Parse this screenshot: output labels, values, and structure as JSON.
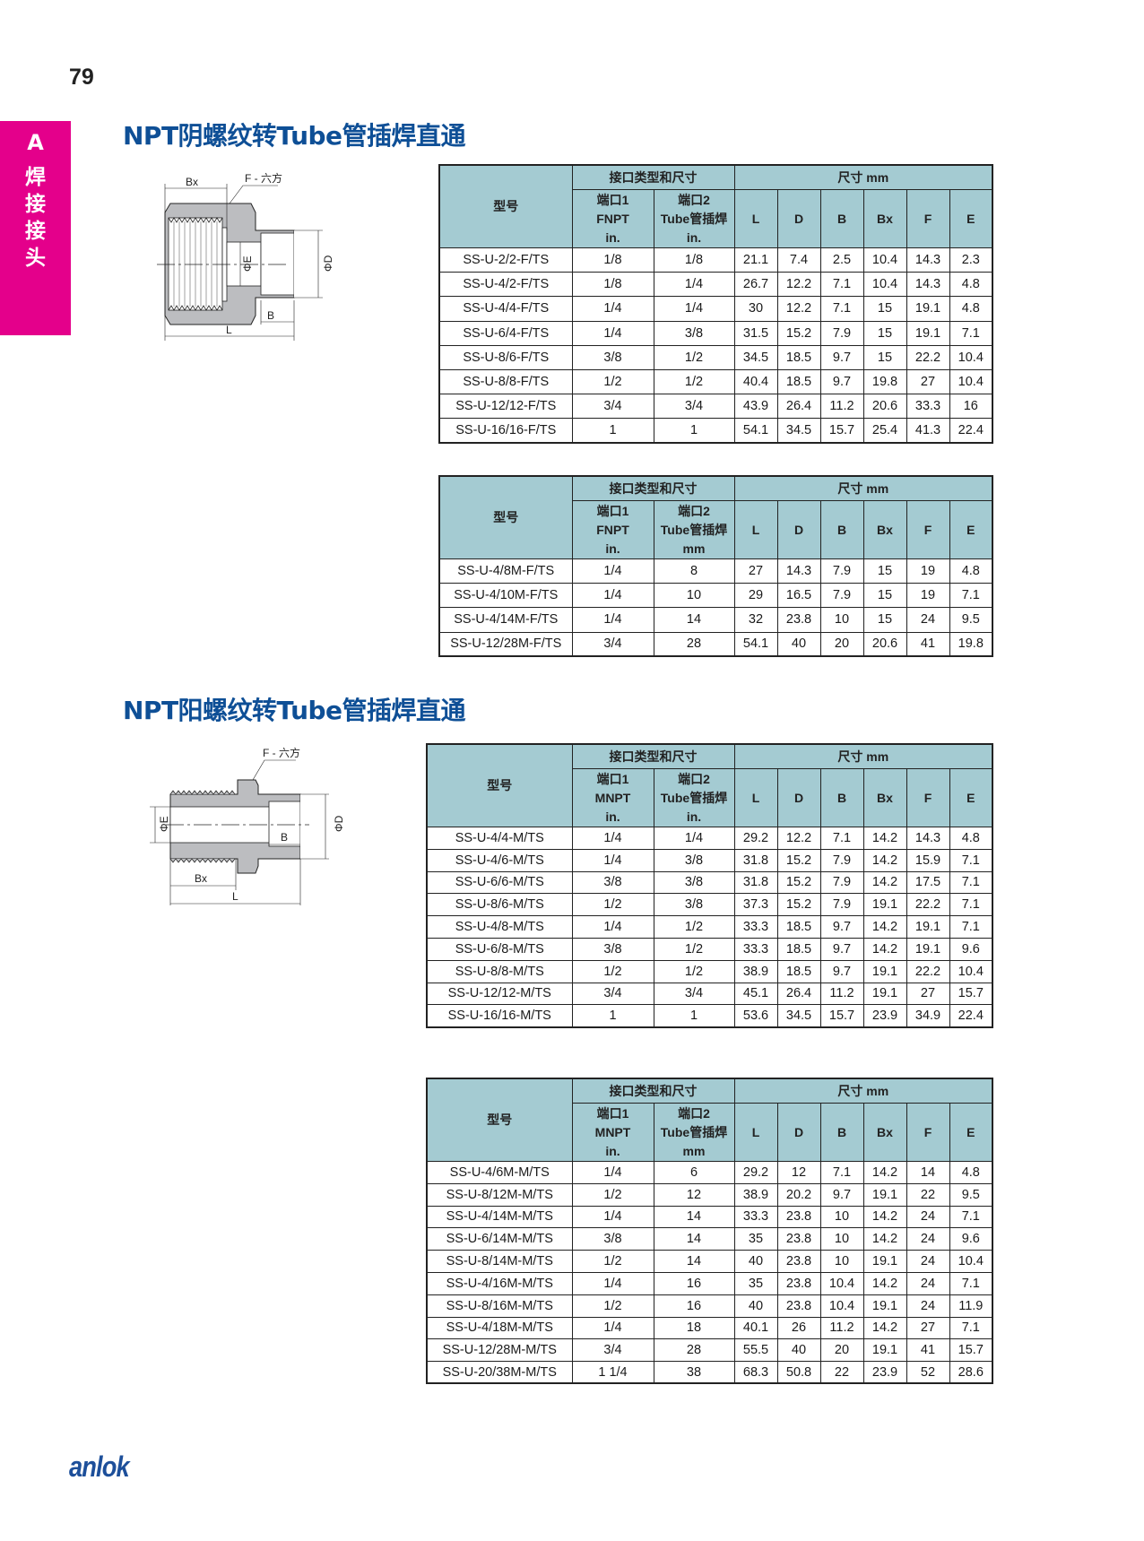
{
  "page_number": "79",
  "side_tab": {
    "letter": "A",
    "label": "焊接接头",
    "color": "#e4008b"
  },
  "sections": [
    {
      "title": "NPT阴螺纹转Tube管插焊直通",
      "drawing": {
        "labels": {
          "bx": "Bx",
          "hex": "F - 六方",
          "e": "ΦE",
          "d": "ΦD",
          "b": "B",
          "l": "L"
        }
      },
      "tables": [
        {
          "header": {
            "model": "型号",
            "port_group": "接口类型和尺寸",
            "dim_group": "尺寸 mm",
            "port1": [
              "端口1",
              "FNPT",
              "in."
            ],
            "port2": [
              "端口2",
              "Tube管插焊",
              "in."
            ],
            "dims": [
              "L",
              "D",
              "B",
              "Bx",
              "F",
              "E"
            ]
          },
          "rows": [
            [
              "SS-U-2/2-F/TS",
              "1/8",
              "1/8",
              "21.1",
              "7.4",
              "2.5",
              "10.4",
              "14.3",
              "2.3"
            ],
            [
              "SS-U-4/2-F/TS",
              "1/8",
              "1/4",
              "26.7",
              "12.2",
              "7.1",
              "10.4",
              "14.3",
              "4.8"
            ],
            [
              "SS-U-4/4-F/TS",
              "1/4",
              "1/4",
              "30",
              "12.2",
              "7.1",
              "15",
              "19.1",
              "4.8"
            ],
            [
              "SS-U-6/4-F/TS",
              "1/4",
              "3/8",
              "31.5",
              "15.2",
              "7.9",
              "15",
              "19.1",
              "7.1"
            ],
            [
              "SS-U-8/6-F/TS",
              "3/8",
              "1/2",
              "34.5",
              "18.5",
              "9.7",
              "15",
              "22.2",
              "10.4"
            ],
            [
              "SS-U-8/8-F/TS",
              "1/2",
              "1/2",
              "40.4",
              "18.5",
              "9.7",
              "19.8",
              "27",
              "10.4"
            ],
            [
              "SS-U-12/12-F/TS",
              "3/4",
              "3/4",
              "43.9",
              "26.4",
              "11.2",
              "20.6",
              "33.3",
              "16"
            ],
            [
              "SS-U-16/16-F/TS",
              "1",
              "1",
              "54.1",
              "34.5",
              "15.7",
              "25.4",
              "41.3",
              "22.4"
            ]
          ]
        },
        {
          "header": {
            "model": "型号",
            "port_group": "接口类型和尺寸",
            "dim_group": "尺寸 mm",
            "port1": [
              "端口1",
              "FNPT",
              "in."
            ],
            "port2": [
              "端口2",
              "Tube管插焊",
              "mm"
            ],
            "dims": [
              "L",
              "D",
              "B",
              "Bx",
              "F",
              "E"
            ]
          },
          "rows": [
            [
              "SS-U-4/8M-F/TS",
              "1/4",
              "8",
              "27",
              "14.3",
              "7.9",
              "15",
              "19",
              "4.8"
            ],
            [
              "SS-U-4/10M-F/TS",
              "1/4",
              "10",
              "29",
              "16.5",
              "7.9",
              "15",
              "19",
              "7.1"
            ],
            [
              "SS-U-4/14M-F/TS",
              "1/4",
              "14",
              "32",
              "23.8",
              "10",
              "15",
              "24",
              "9.5"
            ],
            [
              "SS-U-12/28M-F/TS",
              "3/4",
              "28",
              "54.1",
              "40",
              "20",
              "20.6",
              "41",
              "19.8"
            ]
          ]
        }
      ]
    },
    {
      "title": "NPT阳螺纹转Tube管插焊直通",
      "drawing": {
        "labels": {
          "bx": "Bx",
          "hex": "F - 六方",
          "e": "ΦE",
          "d": "ΦD",
          "b": "B",
          "l": "L"
        }
      },
      "tables": [
        {
          "header": {
            "model": "型号",
            "port_group": "接口类型和尺寸",
            "dim_group": "尺寸 mm",
            "port1": [
              "端口1",
              "MNPT",
              "in."
            ],
            "port2": [
              "端口2",
              "Tube管插焊",
              "in."
            ],
            "dims": [
              "L",
              "D",
              "B",
              "Bx",
              "F",
              "E"
            ]
          },
          "rows": [
            [
              "SS-U-4/4-M/TS",
              "1/4",
              "1/4",
              "29.2",
              "12.2",
              "7.1",
              "14.2",
              "14.3",
              "4.8"
            ],
            [
              "SS-U-4/6-M/TS",
              "1/4",
              "3/8",
              "31.8",
              "15.2",
              "7.9",
              "14.2",
              "15.9",
              "7.1"
            ],
            [
              "SS-U-6/6-M/TS",
              "3/8",
              "3/8",
              "31.8",
              "15.2",
              "7.9",
              "14.2",
              "17.5",
              "7.1"
            ],
            [
              "SS-U-8/6-M/TS",
              "1/2",
              "3/8",
              "37.3",
              "15.2",
              "7.9",
              "19.1",
              "22.2",
              "7.1"
            ],
            [
              "SS-U-4/8-M/TS",
              "1/4",
              "1/2",
              "33.3",
              "18.5",
              "9.7",
              "14.2",
              "19.1",
              "7.1"
            ],
            [
              "SS-U-6/8-M/TS",
              "3/8",
              "1/2",
              "33.3",
              "18.5",
              "9.7",
              "14.2",
              "19.1",
              "9.6"
            ],
            [
              "SS-U-8/8-M/TS",
              "1/2",
              "1/2",
              "38.9",
              "18.5",
              "9.7",
              "19.1",
              "22.2",
              "10.4"
            ],
            [
              "SS-U-12/12-M/TS",
              "3/4",
              "3/4",
              "45.1",
              "26.4",
              "11.2",
              "19.1",
              "27",
              "15.7"
            ],
            [
              "SS-U-16/16-M/TS",
              "1",
              "1",
              "53.6",
              "34.5",
              "15.7",
              "23.9",
              "34.9",
              "22.4"
            ]
          ]
        },
        {
          "header": {
            "model": "型号",
            "port_group": "接口类型和尺寸",
            "dim_group": "尺寸 mm",
            "port1": [
              "端口1",
              "MNPT",
              "in."
            ],
            "port2": [
              "端口2",
              "Tube管插焊",
              "mm"
            ],
            "dims": [
              "L",
              "D",
              "B",
              "Bx",
              "F",
              "E"
            ]
          },
          "rows": [
            [
              "SS-U-4/6M-M/TS",
              "1/4",
              "6",
              "29.2",
              "12",
              "7.1",
              "14.2",
              "14",
              "4.8"
            ],
            [
              "SS-U-8/12M-M/TS",
              "1/2",
              "12",
              "38.9",
              "20.2",
              "9.7",
              "19.1",
              "22",
              "9.5"
            ],
            [
              "SS-U-4/14M-M/TS",
              "1/4",
              "14",
              "33.3",
              "23.8",
              "10",
              "14.2",
              "24",
              "7.1"
            ],
            [
              "SS-U-6/14M-M/TS",
              "3/8",
              "14",
              "35",
              "23.8",
              "10",
              "14.2",
              "24",
              "9.6"
            ],
            [
              "SS-U-8/14M-M/TS",
              "1/2",
              "14",
              "40",
              "23.8",
              "10",
              "19.1",
              "24",
              "10.4"
            ],
            [
              "SS-U-4/16M-M/TS",
              "1/4",
              "16",
              "35",
              "23.8",
              "10.4",
              "14.2",
              "24",
              "7.1"
            ],
            [
              "SS-U-8/16M-M/TS",
              "1/2",
              "16",
              "40",
              "23.8",
              "10.4",
              "19.1",
              "24",
              "11.9"
            ],
            [
              "SS-U-4/18M-M/TS",
              "1/4",
              "18",
              "40.1",
              "26",
              "11.2",
              "14.2",
              "27",
              "7.1"
            ],
            [
              "SS-U-12/28M-M/TS",
              "3/4",
              "28",
              "55.5",
              "40",
              "20",
              "19.1",
              "41",
              "15.7"
            ],
            [
              "SS-U-20/38M-M/TS",
              "1 1/4",
              "38",
              "68.3",
              "50.8",
              "22",
              "23.9",
              "52",
              "28.6"
            ]
          ]
        }
      ]
    }
  ],
  "logo": "anlok",
  "colors": {
    "title": "#0e4f96",
    "header_bg": "#a4cbd2",
    "logo": "#1d4f9a"
  }
}
